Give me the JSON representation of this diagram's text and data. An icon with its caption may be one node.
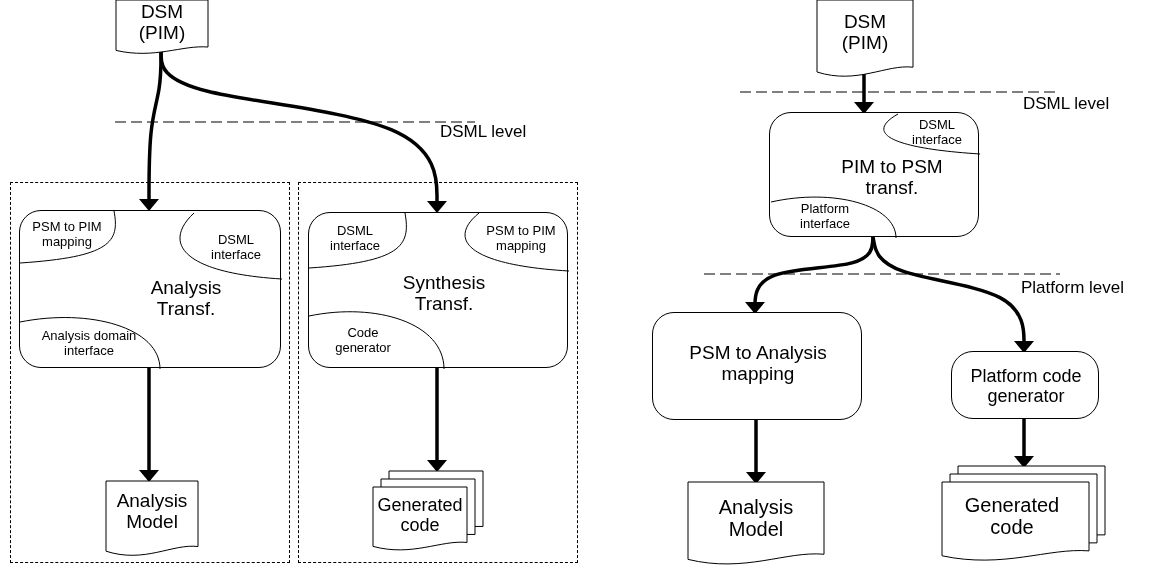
{
  "diagram": {
    "nodes": [
      {
        "text": [
          "DSM (PIM)"
        ]
      },
      {
        "text": [],
        "shape": "box"
      },
      {
        "text": [],
        "shape": "box"
      },
      {
        "text": [
          "Analysis Transf."
        ],
        "in": 1
      },
      {
        "text": [
          "PSM to PIM mapping"
        ],
        "in": 3
      },
      {
        "text": [
          "DSML interface"
        ],
        "in": 3
      },
      {
        "text": [
          "Analysis domain interface"
        ],
        "in": 3
      },
      {
        "text": [
          "Analysis Model"
        ],
        "in": 1
      },
      {
        "text": [
          "Synthesis Transf."
        ],
        "in": 2
      },
      {
        "text": [
          "DSML interface"
        ],
        "in": 8
      },
      {
        "text": [
          "PSM to PIM mapping"
        ],
        "in": 8
      },
      {
        "text": [
          "Code generator"
        ],
        "in": 8
      },
      {
        "text": [
          "Generated code"
        ],
        "in": 2
      },
      {
        "text": [
          "DSM (PIM)"
        ]
      },
      {
        "text": [
          "PIM to PSM transf."
        ]
      },
      {
        "text": [
          "DSML interface"
        ],
        "in": 14
      },
      {
        "text": [
          "Platform interface"
        ],
        "in": 14
      },
      {
        "text": [
          "PSM to Analysis mapping"
        ]
      },
      {
        "text": [
          "Platform code generator"
        ]
      },
      {
        "text": [
          "Analysis Model"
        ]
      },
      {
        "text": [
          "Generated code"
        ]
      }
    ],
    "edges": [
      {
        "from": 0,
        "to": 3,
        "arrow": "to"
      },
      {
        "from": 0,
        "to": 8,
        "arrow": "to"
      },
      {
        "from": 3,
        "to": 7,
        "arrow": "to"
      },
      {
        "from": 8,
        "to": 12,
        "arrow": "to"
      },
      {
        "from": 13,
        "to": 14,
        "arrow": "to"
      },
      {
        "from": 14,
        "to": 17,
        "arrow": "to"
      },
      {
        "from": 14,
        "to": 18,
        "arrow": "to"
      },
      {
        "from": 17,
        "to": 19,
        "arrow": "to"
      },
      {
        "from": 18,
        "to": 20,
        "arrow": "to"
      }
    ],
    "labels": [
      "DSML level",
      "DSML level",
      "Platform level"
    ]
  }
}
